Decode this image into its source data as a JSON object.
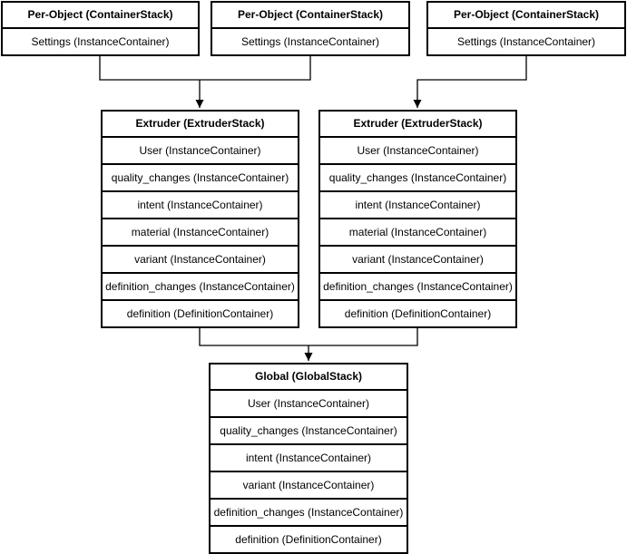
{
  "colors": {
    "stroke": "#000000",
    "fill": "#ffffff",
    "text": "#000000"
  },
  "nodes": [
    {
      "id": "per_object_1",
      "title": "Per-Object (ContainerStack)",
      "rows": [
        "Settings (InstanceContainer)"
      ]
    },
    {
      "id": "per_object_2",
      "title": "Per-Object (ContainerStack)",
      "rows": [
        "Settings (InstanceContainer)"
      ]
    },
    {
      "id": "per_object_3",
      "title": "Per-Object (ContainerStack)",
      "rows": [
        "Settings (InstanceContainer)"
      ]
    },
    {
      "id": "extruder_1",
      "title": "Extruder (ExtruderStack)",
      "rows": [
        "User (InstanceContainer)",
        "quality_changes (InstanceContainer)",
        "intent (InstanceContainer)",
        "material (InstanceContainer)",
        "variant (InstanceContainer)",
        "definition_changes (InstanceContainer)",
        "definition (DefinitionContainer)"
      ]
    },
    {
      "id": "extruder_2",
      "title": "Extruder (ExtruderStack)",
      "rows": [
        "User (InstanceContainer)",
        "quality_changes (InstanceContainer)",
        "intent (InstanceContainer)",
        "material (InstanceContainer)",
        "variant (InstanceContainer)",
        "definition_changes (InstanceContainer)",
        "definition (DefinitionContainer)"
      ]
    },
    {
      "id": "global",
      "title": "Global (GlobalStack)",
      "rows": [
        "User (InstanceContainer)",
        "quality_changes (InstanceContainer)",
        "intent (InstanceContainer)",
        "variant (InstanceContainer)",
        "definition_changes (InstanceContainer)",
        "definition (DefinitionContainer)"
      ]
    }
  ],
  "edges": [
    {
      "from": "per_object_1",
      "to": "extruder_1"
    },
    {
      "from": "per_object_2",
      "to": "extruder_1"
    },
    {
      "from": "per_object_3",
      "to": "extruder_2"
    },
    {
      "from": "extruder_1",
      "to": "global"
    },
    {
      "from": "extruder_2",
      "to": "global"
    }
  ]
}
